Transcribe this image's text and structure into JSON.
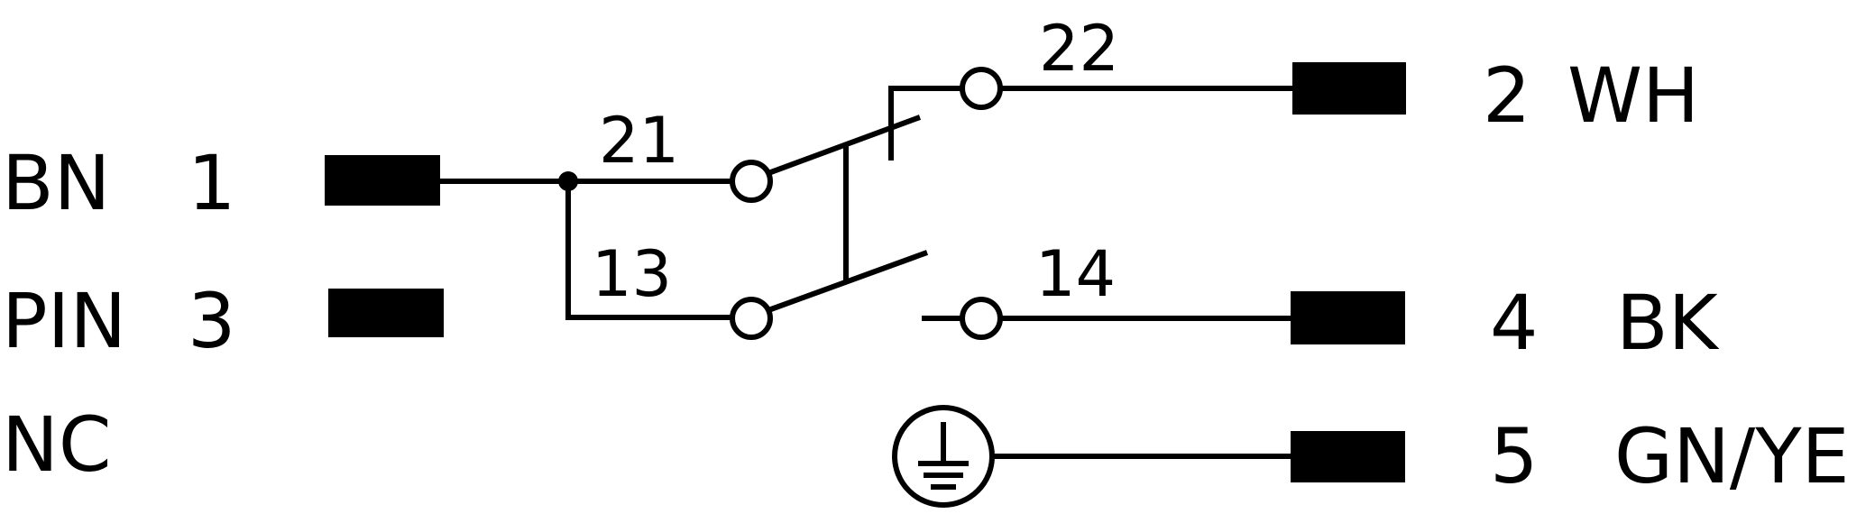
{
  "left_labels": {
    "row1": {
      "code": "BN",
      "pin": "1"
    },
    "row2": {
      "code": "PIN",
      "pin": "3"
    },
    "row3": {
      "code": "NC"
    }
  },
  "right_labels": {
    "row1": {
      "pin": "2",
      "code": "WH"
    },
    "row2": {
      "pin": "4",
      "code": "BK"
    },
    "row3": {
      "pin": "5",
      "code": "GN/YE"
    }
  },
  "contacts": {
    "c21": "21",
    "c22": "22",
    "c13": "13",
    "c14": "14"
  }
}
